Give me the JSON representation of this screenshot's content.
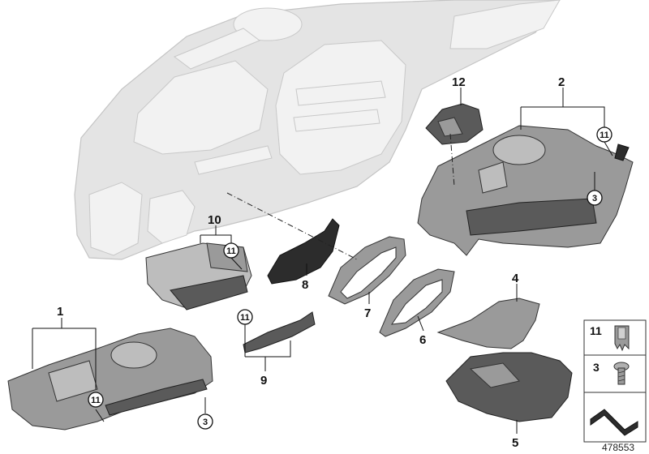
{
  "diagram_id": "478553",
  "callouts": [
    "1",
    "2",
    "3",
    "4",
    "5",
    "6",
    "7",
    "8",
    "9",
    "10",
    "11",
    "12"
  ],
  "legend": [
    {
      "label": "11",
      "icon": "clip-icon"
    },
    {
      "label": "3",
      "icon": "screw-icon"
    },
    {
      "label": "",
      "icon": "zigzag-symbol-icon"
    }
  ]
}
